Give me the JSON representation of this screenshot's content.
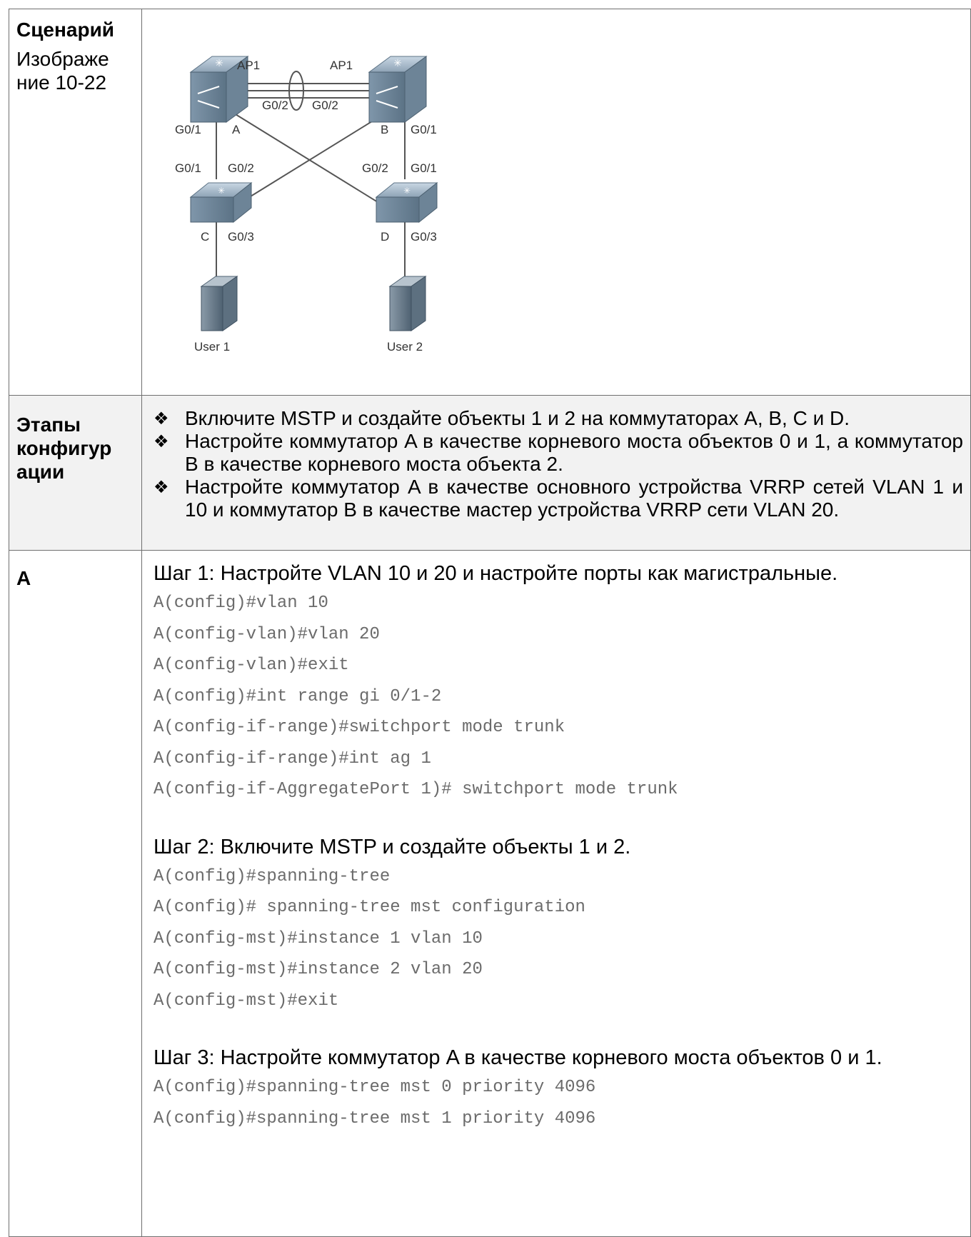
{
  "scenario": {
    "label": "Сценарий",
    "figure_caption": "Изображение 10-22",
    "figure_caption_lines": [
      "Изображе",
      "ние 10-22"
    ],
    "diagram": {
      "switches": [
        "A",
        "B",
        "C",
        "D"
      ],
      "ap_labels": [
        "AP1",
        "AP1"
      ],
      "port_labels": {
        "a_to_b_left": "G0/2",
        "a_to_b_right": "G0/2",
        "a_down": "G0/1",
        "b_down": "G0/1",
        "c_up": "G0/1",
        "c_cross": "G0/2",
        "d_cross": "G0/2",
        "d_up": "G0/1",
        "c_down": "G0/3",
        "d_down": "G0/3"
      },
      "users": [
        "User 1",
        "User 2"
      ]
    }
  },
  "config_steps": {
    "label_lines": [
      "Этапы",
      "конфигур",
      "ации"
    ],
    "items": [
      "Включите MSTP и создайте объекты 1 и 2 на коммутаторах A, B, C и D.",
      "Настройте коммутатор A в качестве корневого моста объектов 0 и 1, а коммутатор B в качестве корневого моста объекта 2.",
      "Настройте коммутатор A в качестве основного устройства VRRP сетей VLAN 1 и 10 и коммутатор B в качестве мастер устройства VRRP сети VLAN 20."
    ],
    "bullet": "❖"
  },
  "device_a": {
    "label": "A",
    "step1": {
      "title": "Шаг 1: Настройте VLAN 10 и 20 и настройте порты как магистральные.",
      "lines": [
        "A(config)#vlan 10",
        "A(config-vlan)#vlan 20",
        "A(config-vlan)#exit",
        "A(config)#int range gi 0/1-2",
        "A(config-if-range)#switchport mode trunk",
        "A(config-if-range)#int ag 1",
        "A(config-if-AggregatePort 1)# switchport mode trunk"
      ]
    },
    "step2": {
      "title": "Шаг 2: Включите MSTP и создайте объекты 1 и 2.",
      "lines": [
        "A(config)#spanning-tree",
        "A(config)# spanning-tree mst configuration",
        "A(config-mst)#instance 1 vlan 10",
        "A(config-mst)#instance 2 vlan 20",
        "A(config-mst)#exit"
      ]
    },
    "step3": {
      "title": "Шаг 3: Настройте коммутатор A в качестве корневого моста объектов 0 и 1.",
      "lines": [
        "A(config)#spanning-tree mst 0 priority 4096",
        "A(config)#spanning-tree mst 1 priority 4096"
      ]
    }
  }
}
